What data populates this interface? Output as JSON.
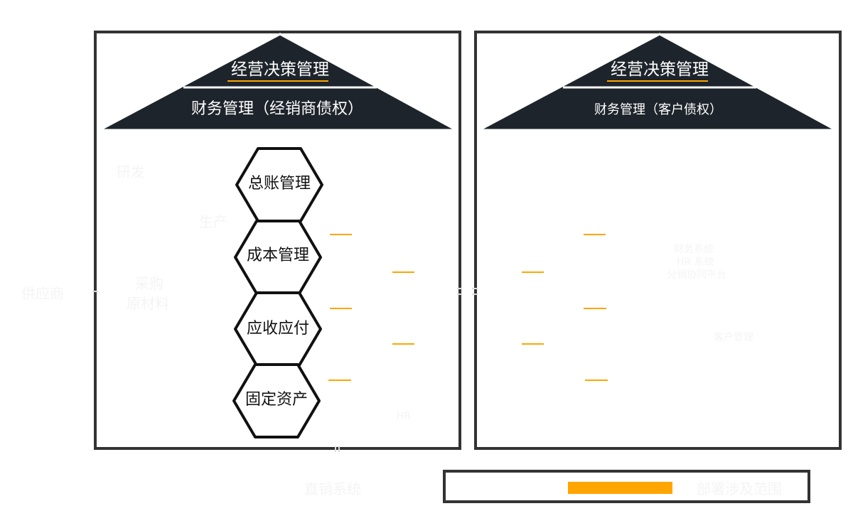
{
  "colors": {
    "frame": "#333333",
    "roof": "#1e242b",
    "accent": "#ffa500",
    "hex_stroke": "#111111",
    "ghost_text": "#f4f4f4"
  },
  "left_panel": {
    "roof_top": "经营决策管理",
    "roof_bottom": "财务管理（经销商债权）",
    "modules": [
      "总账管理",
      "成本管理",
      "应收应付",
      "固定资产"
    ],
    "faint_labels": {
      "rd": "研发",
      "production": "生产",
      "supplier": "供应商",
      "procurement_1": "采购",
      "procurement_2": "原材料",
      "hr": "HR",
      "bottom": "直销系统"
    }
  },
  "right_panel": {
    "roof_top": "经营决策管理",
    "roof_bottom": "财务管理（客户债权）",
    "faint_labels": {
      "line1": "财务系统",
      "line2": "HR 系统",
      "line3": "分销协同平台",
      "customer": "客户管理"
    }
  },
  "legend": {
    "label": "部署涉及范围"
  }
}
